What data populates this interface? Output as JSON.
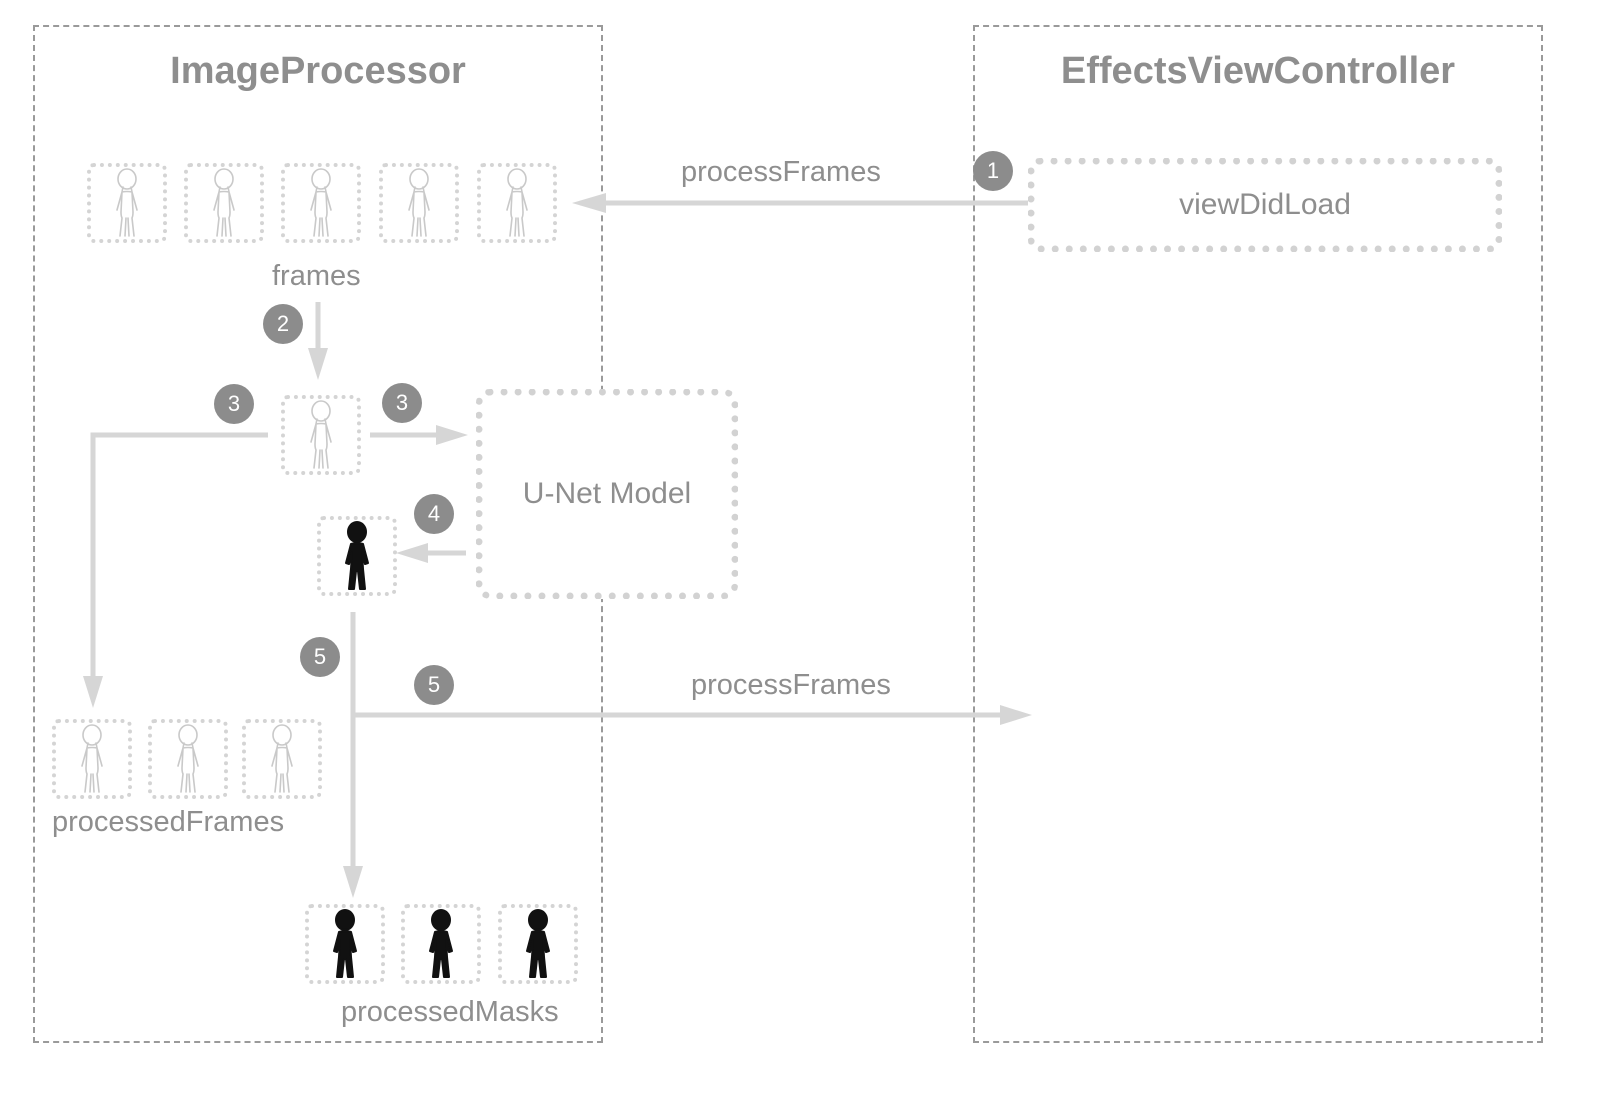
{
  "containers": {
    "image_processor": {
      "title": "ImageProcessor"
    },
    "effects_view_controller": {
      "title": "EffectsViewController"
    }
  },
  "labels": {
    "frames": "frames",
    "processed_frames": "processedFrames",
    "processed_masks": "processedMasks",
    "process_frames_top": "processFrames",
    "process_frames_bottom": "processFrames"
  },
  "nodes": {
    "view_did_load": "viewDidLoad",
    "unet_model": "U-Net Model"
  },
  "badges": {
    "step1": "1",
    "step2": "2",
    "step3_left": "3",
    "step3_right": "3",
    "step4": "4",
    "step5_left": "5",
    "step5_right": "5"
  },
  "icons": {
    "frame": "person-outline-icon",
    "mask": "person-silhouette-icon"
  },
  "colors": {
    "text": "#8e8e8e",
    "arrow": "#d6d6d6",
    "badge": "#8c8c8c",
    "dotted_border": "#d2d2d2"
  }
}
